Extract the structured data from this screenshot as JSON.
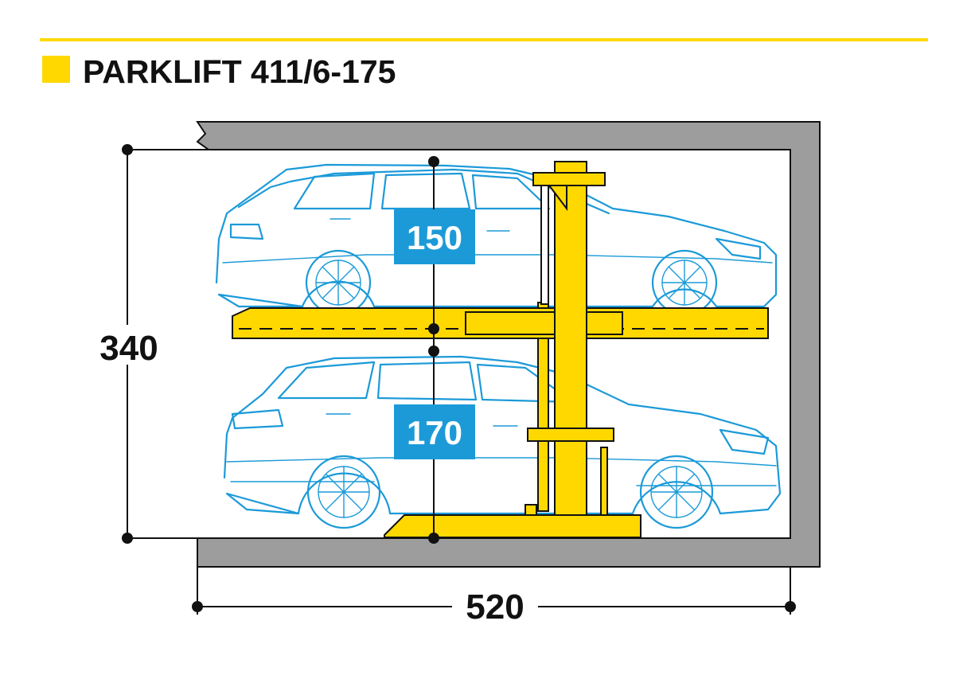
{
  "title": "PARKLIFT 411/6-175",
  "dimensions": {
    "total_height": "340",
    "total_width": "520",
    "upper_car_height": "150",
    "lower_car_height": "170"
  },
  "colors": {
    "accent_yellow": "#ffd800",
    "car_blue": "#1c9ad8",
    "wall_gray": "#9d9d9d"
  }
}
